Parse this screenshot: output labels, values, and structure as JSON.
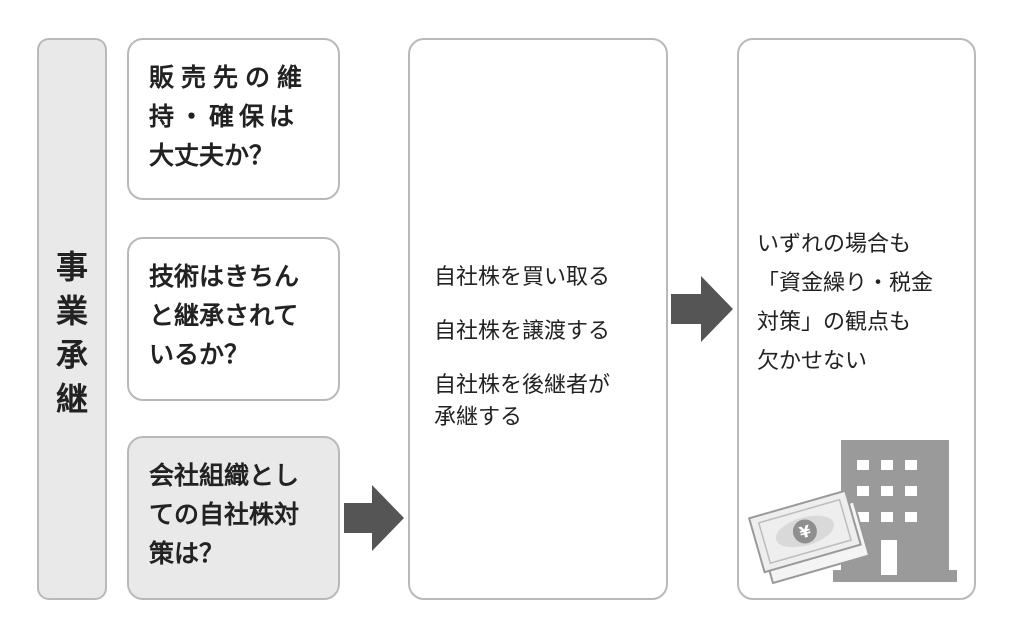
{
  "side_label": {
    "chars": [
      "事",
      "業",
      "承",
      "継"
    ]
  },
  "questions": [
    {
      "lines": [
        "販売先の維",
        "持・確保は",
        "大丈夫か？"
      ]
    },
    {
      "lines": [
        "技術はきちん",
        "と継承されて",
        "いるか？"
      ]
    },
    {
      "lines": [
        "会社組織とし",
        "ての自社株対",
        "策は？"
      ]
    }
  ],
  "actions": [
    {
      "lines": [
        "自社株を買い取る"
      ]
    },
    {
      "lines": [
        "自社株を譲渡する"
      ]
    },
    {
      "lines": [
        "自社株を後継者が",
        "承継する"
      ]
    }
  ],
  "conclusion": {
    "lines": [
      "いずれの場合も",
      "「資金繰り・税金",
      "対策」の観点も",
      "欠かせない"
    ]
  },
  "illustration": {
    "currency_symbol": "¥",
    "building_icon": "office-building",
    "money_icon": "yen-banknotes"
  },
  "colors": {
    "arrow": "#555555",
    "border": "#b9b9b9",
    "highlight_fill": "#e9e9e9",
    "building": "#9a9a9a"
  }
}
